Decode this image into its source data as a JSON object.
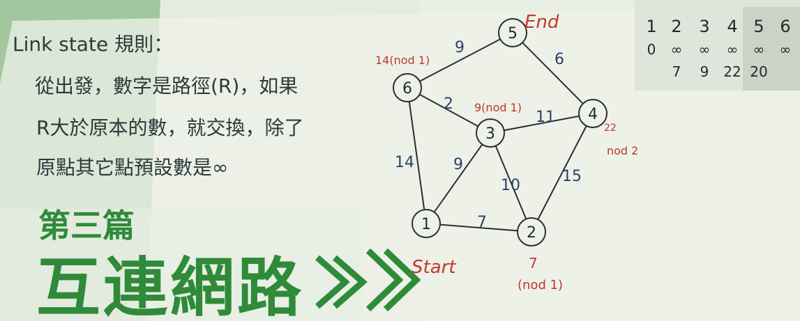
{
  "notes": {
    "title": "Link state 規則：",
    "line1": "從出發，數字是路徑(R)，如果",
    "line2": "R大於原本的數，就交換，除了",
    "line3": "原點其它點預設數是∞"
  },
  "book": {
    "section": "第三篇",
    "big_title": "互連網路",
    "arrows": "≫≫"
  },
  "graph": {
    "nodes": [
      {
        "id": "1",
        "label": "1"
      },
      {
        "id": "2",
        "label": "2"
      },
      {
        "id": "3",
        "label": "3"
      },
      {
        "id": "4",
        "label": "4"
      },
      {
        "id": "5",
        "label": "5"
      },
      {
        "id": "6",
        "label": "6"
      }
    ],
    "edges": [
      {
        "from": "6",
        "to": "5",
        "weight": "9"
      },
      {
        "from": "5",
        "to": "4",
        "weight": "6"
      },
      {
        "from": "6",
        "to": "3",
        "weight": "2"
      },
      {
        "from": "3",
        "to": "4",
        "weight": "11"
      },
      {
        "from": "6",
        "to": "1",
        "weight": "14"
      },
      {
        "from": "1",
        "to": "3",
        "weight": "9"
      },
      {
        "from": "3",
        "to": "2",
        "weight": "10"
      },
      {
        "from": "2",
        "to": "4",
        "weight": "15"
      },
      {
        "from": "1",
        "to": "2",
        "weight": "7"
      }
    ],
    "annotations": {
      "end": "End",
      "start": "Start",
      "node6": "14(nod 1)",
      "node3": "9(nod 1)",
      "node4_value": "22",
      "node4_via": "nod 2",
      "node2_value": "7",
      "node2_via": "(nod 1)"
    }
  },
  "table": {
    "headers": [
      "1",
      "2",
      "3",
      "4",
      "5",
      "6"
    ],
    "row1": [
      "0",
      "∞",
      "∞",
      "∞",
      "∞",
      "∞"
    ],
    "row2": [
      "",
      "7",
      "9",
      "22",
      "20",
      ""
    ]
  }
}
